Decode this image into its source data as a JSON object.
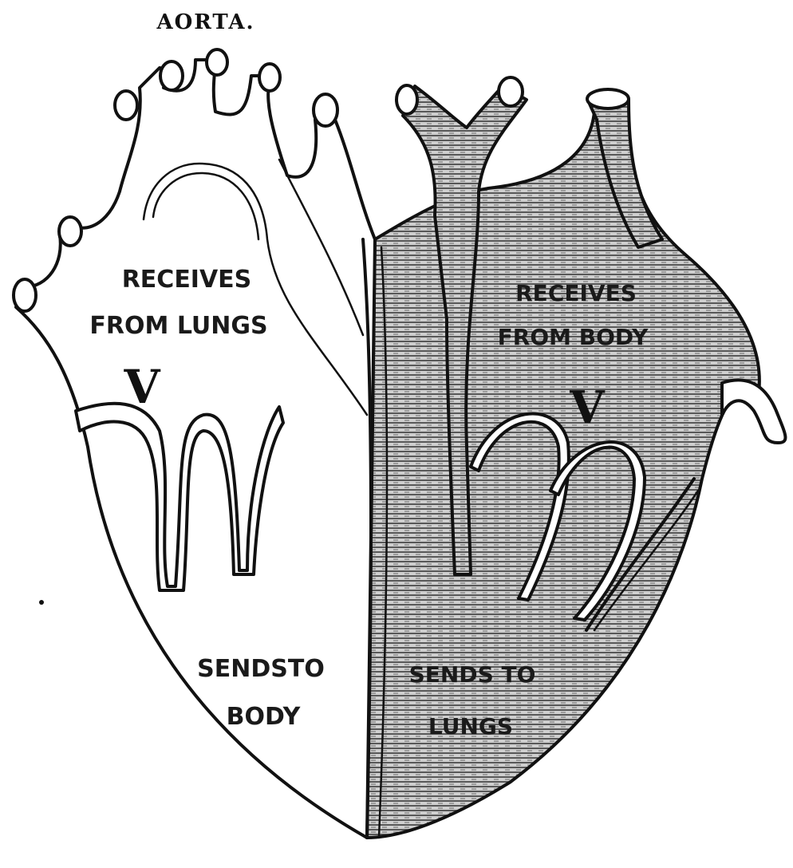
{
  "title": "AORTA.",
  "left_side": {
    "upper_label_line1": "RECEIVES",
    "upper_label_line2": "FROM LUNGS",
    "valve_mark": "V",
    "lower_label_line1": "SENDSTO",
    "lower_label_line2": "BODY"
  },
  "right_side": {
    "upper_label_line1": "RECEIVES",
    "upper_label_line2": "FROM BODY",
    "valve_mark": "V",
    "lower_label_line1": "SENDS TO",
    "lower_label_line2": "LUNGS"
  },
  "colors": {
    "ink": "#111111",
    "paper": "#ffffff",
    "hatch": "#4a4a4a"
  }
}
